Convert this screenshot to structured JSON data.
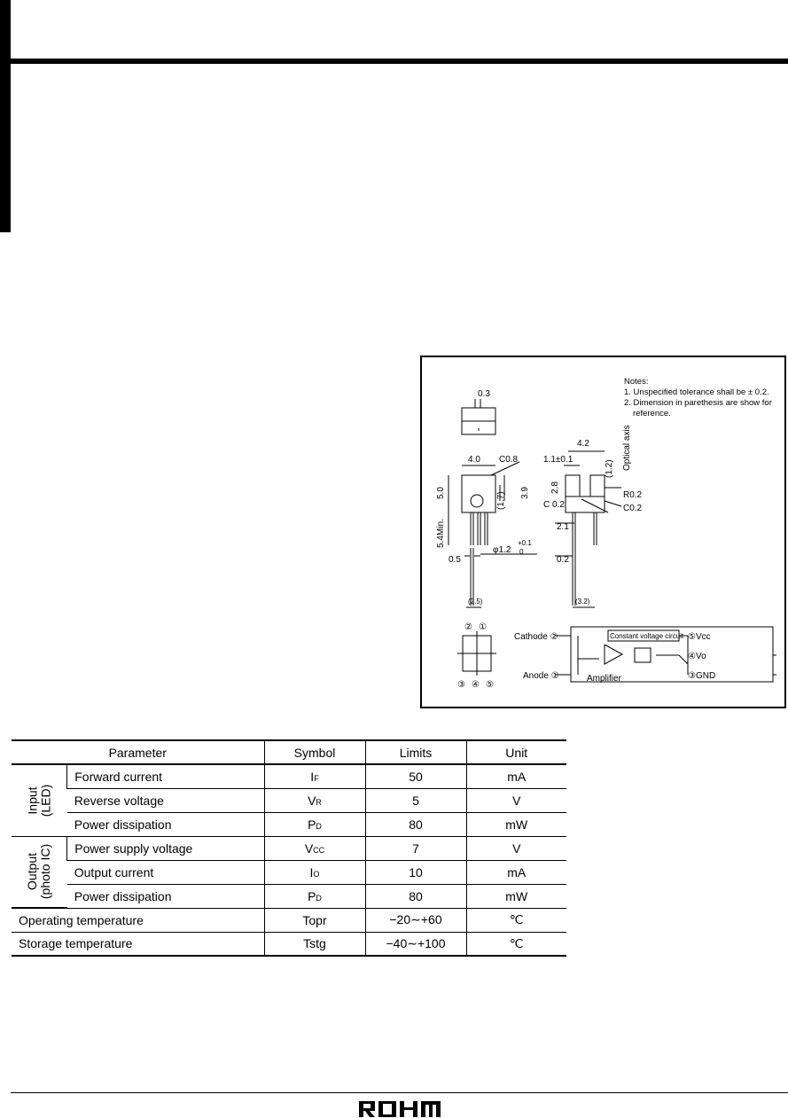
{
  "drawing": {
    "notes_title": "Notes:",
    "note_1": "1. Unspecified tolerance shall be ± 0.2.",
    "note_2a": "2. Dimension in parethesis are show for",
    "note_2b": "reference.",
    "dims": {
      "d03": "0.3",
      "d40": "4.0",
      "c08": "C0.8",
      "d50": "5.0",
      "d17": "(1.7)",
      "d39": "3.9",
      "d54": "5.4Min.",
      "phi": "φ1.2",
      "phi_tol_plus": "+0.1",
      "phi_tol_minus": "0",
      "d05": "0.5",
      "d25": "(2.5)",
      "d42": "4.2",
      "d11": "1.1±0.1",
      "d12": "(1.2)",
      "optical": "Optical axis",
      "d28": "2.8",
      "r02": "R0.2",
      "c02a": "C 0.2",
      "c02b": "C0.2",
      "d21": "2.1",
      "d02": "0.2",
      "d32": "(3.2)"
    },
    "pins": {
      "p2": "②",
      "p1": "①",
      "p3": "③",
      "p4": "④",
      "p5": "⑤"
    },
    "circuit": {
      "cathode": "Cathode ②",
      "anode": "Anode ①",
      "cvc": "Constant voltage circuit",
      "amp": "Amplifier",
      "vcc": "⑤Vcc",
      "vo": "④Vo",
      "gnd": "③GND"
    }
  },
  "table": {
    "headers": [
      "Parameter",
      "Symbol",
      "Limits",
      "Unit"
    ],
    "group_input": [
      "Input",
      "(LED)"
    ],
    "group_output": [
      "Output",
      "(photo IC)"
    ],
    "rows": [
      {
        "param": "Forward current",
        "sym": "I",
        "sub": "F",
        "limit": "50",
        "unit": "mA"
      },
      {
        "param": "Reverse voltage",
        "sym": "V",
        "sub": "R",
        "limit": "5",
        "unit": "V"
      },
      {
        "param": "Power dissipation",
        "sym": "P",
        "sub": "D",
        "limit": "80",
        "unit": "mW"
      },
      {
        "param": "Power supply voltage",
        "sym": "V",
        "sub": "CC",
        "limit": "7",
        "unit": "V"
      },
      {
        "param": "Output current",
        "sym": "I",
        "sub": "O",
        "limit": "10",
        "unit": "mA"
      },
      {
        "param": "Power dissipation",
        "sym": "P",
        "sub": "D",
        "limit": "80",
        "unit": "mW"
      },
      {
        "param": "Operating temperature",
        "sym": "Topr",
        "sub": "",
        "limit": "−20∼+60",
        "unit": "℃"
      },
      {
        "param": "Storage temperature",
        "sym": "Tstg",
        "sub": "",
        "limit": "−40∼+100",
        "unit": "℃"
      }
    ]
  },
  "footer": {
    "logo": "ROHM"
  }
}
